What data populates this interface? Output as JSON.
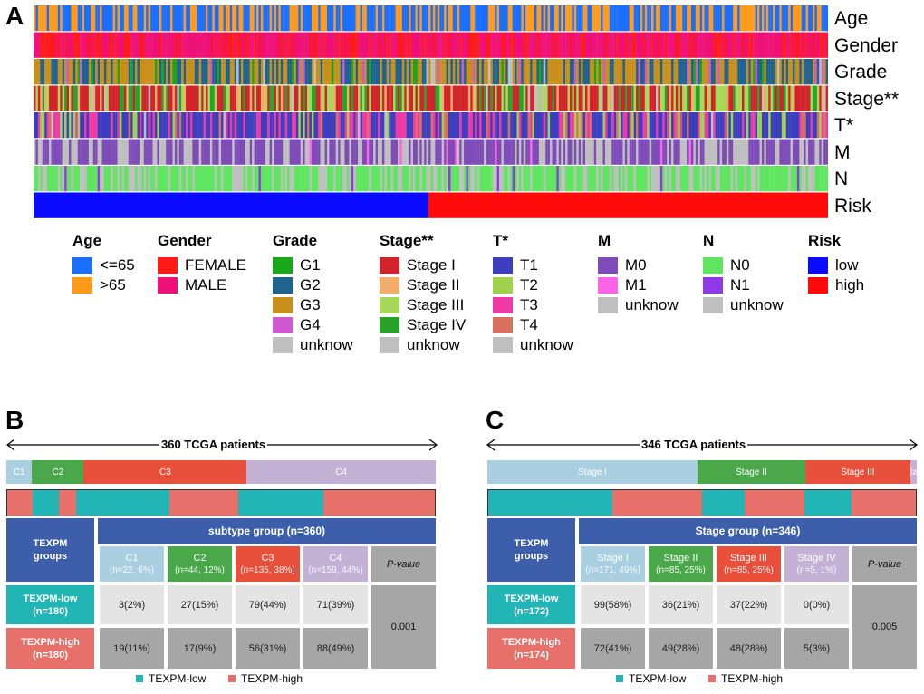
{
  "panel_a": {
    "letter": "A",
    "row_labels": [
      "Age",
      "Gender",
      "Grade",
      "Stage**",
      "T*",
      "M",
      "N",
      "Risk"
    ],
    "risk_split_fraction": 0.497,
    "legend": [
      {
        "title": "Age",
        "items": [
          {
            "label": "<=65",
            "color": "#1a6fff"
          },
          {
            "label": ">65",
            "color": "#ff9a1a"
          }
        ]
      },
      {
        "title": "Gender",
        "items": [
          {
            "label": "FEMALE",
            "color": "#ff1a1a"
          },
          {
            "label": "MALE",
            "color": "#ee1177"
          }
        ]
      },
      {
        "title": "Grade",
        "items": [
          {
            "label": "G1",
            "color": "#1aa81a"
          },
          {
            "label": "G2",
            "color": "#1f6391"
          },
          {
            "label": "G3",
            "color": "#c8901a"
          },
          {
            "label": "G4",
            "color": "#d257d2"
          },
          {
            "label": "unknow",
            "color": "#bfbfbf"
          }
        ]
      },
      {
        "title": "Stage**",
        "items": [
          {
            "label": "Stage I",
            "color": "#d2232a"
          },
          {
            "label": "Stage II",
            "color": "#f2ad6a"
          },
          {
            "label": "Stage III",
            "color": "#a5d957"
          },
          {
            "label": "Stage IV",
            "color": "#27a32a"
          },
          {
            "label": "unknow",
            "color": "#bfbfbf"
          }
        ]
      },
      {
        "title": "T*",
        "items": [
          {
            "label": "T1",
            "color": "#3b3fbf"
          },
          {
            "label": "T2",
            "color": "#9fd24a"
          },
          {
            "label": "T3",
            "color": "#ee3aa4"
          },
          {
            "label": "T4",
            "color": "#d9705e"
          },
          {
            "label": "unknow",
            "color": "#bfbfbf"
          }
        ]
      },
      {
        "title": "M",
        "items": [
          {
            "label": "M0",
            "color": "#7e4cb8"
          },
          {
            "label": "M1",
            "color": "#ff63e8"
          },
          {
            "label": "unknow",
            "color": "#bfbfbf"
          }
        ]
      },
      {
        "title": "N",
        "items": [
          {
            "label": "N0",
            "color": "#5ee65e"
          },
          {
            "label": "N1",
            "color": "#8f3ae6"
          },
          {
            "label": "unknow",
            "color": "#bfbfbf"
          }
        ]
      },
      {
        "title": "Risk",
        "items": [
          {
            "label": "low",
            "color": "#0a0aff"
          },
          {
            "label": "high",
            "color": "#ff0a0a"
          }
        ]
      }
    ]
  },
  "panel_b": {
    "letter": "B",
    "arrow_label": "360 TCGA patients",
    "subtypes": [
      {
        "label": "C1",
        "fraction": 0.06,
        "color": "#a9cfe1"
      },
      {
        "label": "C2",
        "fraction": 0.12,
        "color": "#4aa84a"
      },
      {
        "label": "C3",
        "fraction": 0.38,
        "color": "#e8503c"
      },
      {
        "label": "C4",
        "fraction": 0.44,
        "color": "#c3b2d6"
      }
    ],
    "strip": [
      {
        "fraction": 0.06,
        "color": "#e8706a"
      },
      {
        "fraction": 0.06,
        "color": "#21b5b5"
      },
      {
        "fraction": 0.04,
        "color": "#e8706a"
      },
      {
        "fraction": 0.22,
        "color": "#21b5b5"
      },
      {
        "fraction": 0.16,
        "color": "#e8706a"
      },
      {
        "fraction": 0.2,
        "color": "#21b5b5"
      },
      {
        "fraction": 0.26,
        "color": "#e8706a"
      }
    ],
    "table": {
      "corner_label": "TEXPM groups",
      "group_header": "subtype group (n=360)",
      "pvalue_header": "P-value",
      "columns": [
        {
          "label": "C1",
          "note": "(n=22, 6%)",
          "color": "#a9cfe1"
        },
        {
          "label": "C2",
          "note": "(n=44, 12%)",
          "color": "#4aa84a"
        },
        {
          "label": "C3",
          "note": "(n=135, 38%)",
          "color": "#e8503c"
        },
        {
          "label": "C4",
          "note": "(n=159, 44%)",
          "color": "#c3b2d6"
        }
      ],
      "rows": [
        {
          "label": "TEXPM-low",
          "n": "(n=180)",
          "color": "#21b5b5",
          "values": [
            "3(2%)",
            "27(15%)",
            "79(44%)",
            "71(39%)"
          ]
        },
        {
          "label": "TEXPM-high",
          "n": "(n=180)",
          "color": "#e8706a",
          "values": [
            "19(11%)",
            "17(9%)",
            "56(31%)",
            "88(49%)"
          ]
        }
      ],
      "pvalue": "0.001"
    },
    "legend": [
      {
        "label": "TEXPM-low",
        "color": "#21b5b5"
      },
      {
        "label": "TEXPM-high",
        "color": "#e8706a"
      }
    ]
  },
  "panel_c": {
    "letter": "C",
    "arrow_label": "346 TCGA patients",
    "subtypes": [
      {
        "label": "Stage I",
        "fraction": 0.49,
        "color": "#a9cfe1"
      },
      {
        "label": "Stage II",
        "fraction": 0.25,
        "color": "#4aa84a"
      },
      {
        "label": "Stage III",
        "fraction": 0.245,
        "color": "#e8503c"
      },
      {
        "label": "Stag",
        "fraction": 0.015,
        "color": "#c3b2d6"
      }
    ],
    "strip": [
      {
        "fraction": 0.29,
        "color": "#21b5b5"
      },
      {
        "fraction": 0.21,
        "color": "#e8706a"
      },
      {
        "fraction": 0.1,
        "color": "#21b5b5"
      },
      {
        "fraction": 0.14,
        "color": "#e8706a"
      },
      {
        "fraction": 0.11,
        "color": "#21b5b5"
      },
      {
        "fraction": 0.15,
        "color": "#e8706a"
      }
    ],
    "table": {
      "corner_label": "TEXPM groups",
      "group_header": "Stage group (n=346)",
      "pvalue_header": "P-value",
      "columns": [
        {
          "label": "Stage I",
          "note": "(n=171, 49%)",
          "color": "#a9cfe1"
        },
        {
          "label": "Stage II",
          "note": "(n=85, 25%)",
          "color": "#4aa84a"
        },
        {
          "label": "Stage III",
          "note": "(n=85, 25%)",
          "color": "#e8503c"
        },
        {
          "label": "Stage IV",
          "note": "(n=5, 1%)",
          "color": "#c3b2d6"
        }
      ],
      "rows": [
        {
          "label": "TEXPM-low",
          "n": "(n=172)",
          "color": "#21b5b5",
          "values": [
            "99(58%)",
            "36(21%)",
            "37(22%)",
            "0(0%)"
          ]
        },
        {
          "label": "TEXPM-high",
          "n": "(n=174)",
          "color": "#e8706a",
          "values": [
            "72(41%)",
            "49(28%)",
            "48(28%)",
            "5(3%)"
          ]
        }
      ],
      "pvalue": "0.005"
    },
    "legend": [
      {
        "label": "TEXPM-low",
        "color": "#21b5b5"
      },
      {
        "label": "TEXPM-high",
        "color": "#e8706a"
      }
    ]
  }
}
